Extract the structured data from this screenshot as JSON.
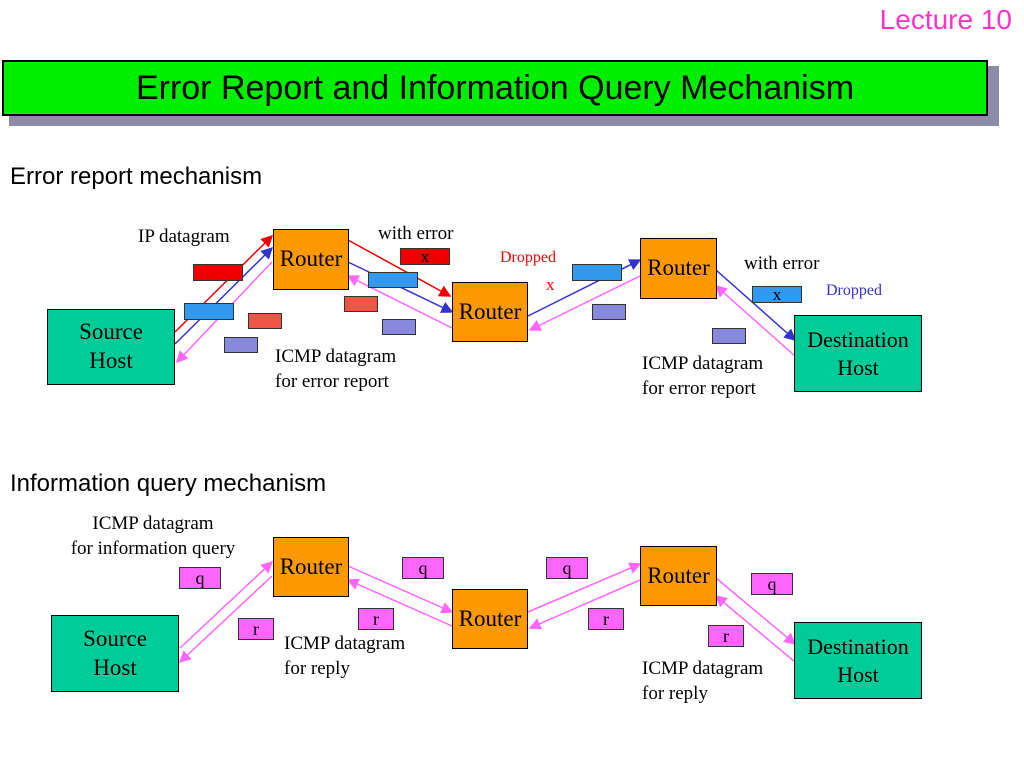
{
  "header": {
    "lecture": "Lecture 10"
  },
  "title": "Error Report and Information Query Mechanism",
  "error_section": {
    "heading": "Error report mechanism",
    "source_host": [
      "Source",
      "Host"
    ],
    "destination_host": [
      "Destination",
      "Host"
    ],
    "router_label": "Router",
    "ip_datagram": "IP datagram",
    "with_error_1": "with error",
    "with_error_2": "with error",
    "x_mark": "x",
    "dropped_1": "Dropped",
    "dropped_2": "Dropped",
    "icmp_error_1": [
      "ICMP datagram",
      "for error report"
    ],
    "icmp_error_2": [
      "ICMP datagram",
      "for error report"
    ]
  },
  "query_section": {
    "heading": "Information query mechanism",
    "icmp_query": [
      "ICMP datagram",
      "for information query"
    ],
    "source_host": [
      "Source",
      "Host"
    ],
    "destination_host": [
      "Destination",
      "Host"
    ],
    "router_label": "Router",
    "q": "q",
    "r": "r",
    "icmp_reply_1": [
      "ICMP datagram",
      "for reply"
    ],
    "icmp_reply_2": [
      "ICMP datagram",
      "for reply"
    ]
  },
  "colors": {
    "title_bg": "#00ee00",
    "host": "#00cc99",
    "router": "#ff9900",
    "request_arrow": "#3333cc",
    "error_arrow": "#ee0000",
    "reply_arrow": "#ff66ff",
    "lecture": "#ff33cc"
  }
}
